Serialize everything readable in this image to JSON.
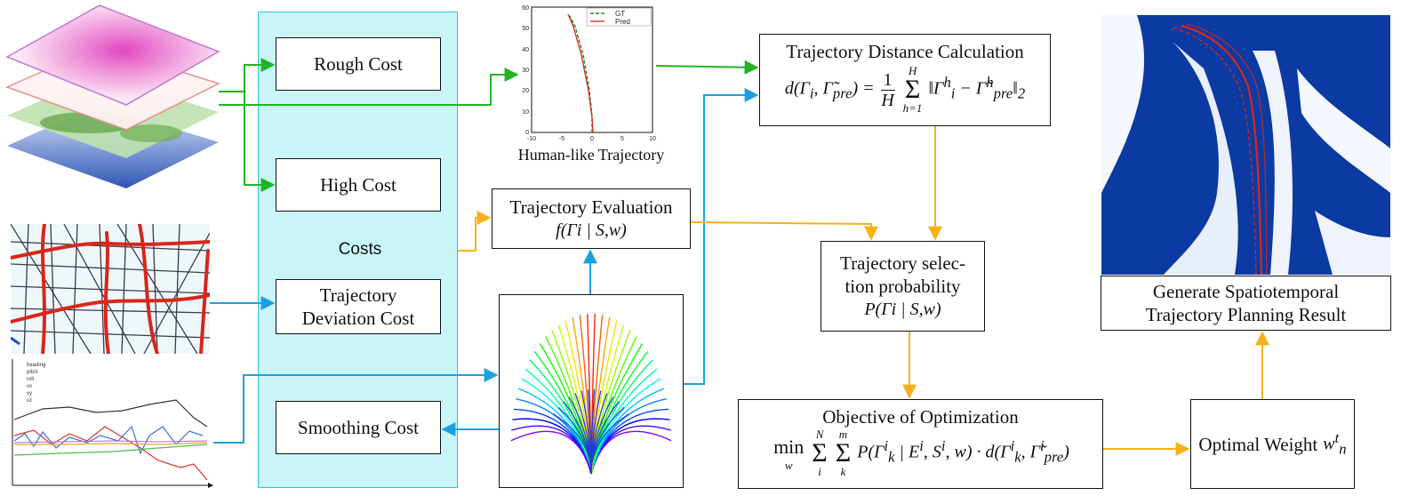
{
  "labels": {
    "rough_cost": "Rough Cost",
    "high_cost": "High Cost",
    "costs": "Costs",
    "deviation_cost_1": "Trajectory",
    "deviation_cost_2": "Deviation Cost",
    "smoothing_cost": "Smoothing Cost",
    "human_like": "Human-like Trajectory",
    "traj_eval": "Trajectory Evaluation",
    "dist_calc": "Trajectory Distance Calculation",
    "sel_prob_1": "Trajectory selec-",
    "sel_prob_2": "tion probability",
    "objective": "Objective of Optimization",
    "optimal_weight": "Optimal Weight",
    "generate_1": "Generate Spatiotemporal",
    "generate_2": "Trajectory Planning Result"
  },
  "formulas": {
    "eval": "f(Γi | S,w)",
    "prob": "P(Γi | S,w)"
  },
  "chart": {
    "legend": [
      "GT",
      "Pred"
    ],
    "xticks": [
      "-10",
      "-5",
      "0",
      "5",
      "10"
    ],
    "yticks": [
      "0",
      "10",
      "20",
      "30",
      "40",
      "50",
      "60"
    ]
  },
  "sensor_legend": [
    "heading",
    "pitch",
    "roll",
    "vx",
    "vy",
    "vz"
  ],
  "colors": {
    "green_arrow": "#22b422",
    "blue_arrow": "#1ba1e2",
    "orange_arrow": "#f5b21b",
    "costs_fill": "#c9f5f8",
    "costs_border": "#33c4d0",
    "map_blue": "#0b3aa3",
    "road_red": "#d9261c"
  },
  "icons": {
    "terrain_layers": "stacked-terrain-layers-icon",
    "road_map": "road-network-map-icon",
    "sensor_plot": "sensor-signal-plot-icon",
    "fan": "trajectory-fan-icon",
    "result_map": "planning-result-map-icon"
  }
}
